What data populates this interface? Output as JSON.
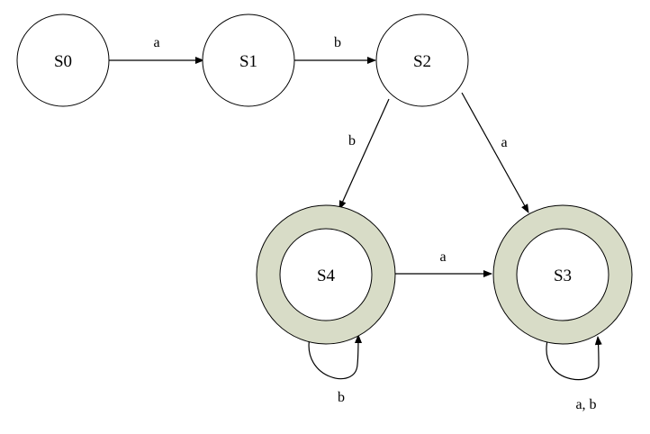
{
  "diagram": {
    "states": [
      {
        "id": "S0",
        "label": "S0",
        "accepting": false
      },
      {
        "id": "S1",
        "label": "S1",
        "accepting": false
      },
      {
        "id": "S2",
        "label": "S2",
        "accepting": false
      },
      {
        "id": "S4",
        "label": "S4",
        "accepting": true
      },
      {
        "id": "S3",
        "label": "S3",
        "accepting": true
      }
    ],
    "transitions": [
      {
        "from": "S0",
        "to": "S1",
        "label": "a"
      },
      {
        "from": "S1",
        "to": "S2",
        "label": "b"
      },
      {
        "from": "S2",
        "to": "S4",
        "label": "b"
      },
      {
        "from": "S2",
        "to": "S3",
        "label": "a"
      },
      {
        "from": "S4",
        "to": "S3",
        "label": "a"
      },
      {
        "from": "S4",
        "to": "S4",
        "label": "b"
      },
      {
        "from": "S3",
        "to": "S3",
        "label": "a, b"
      }
    ],
    "colors": {
      "accepting_ring": "#d8dcc7",
      "state_fill": "#ffffff",
      "stroke": "#000000"
    }
  }
}
